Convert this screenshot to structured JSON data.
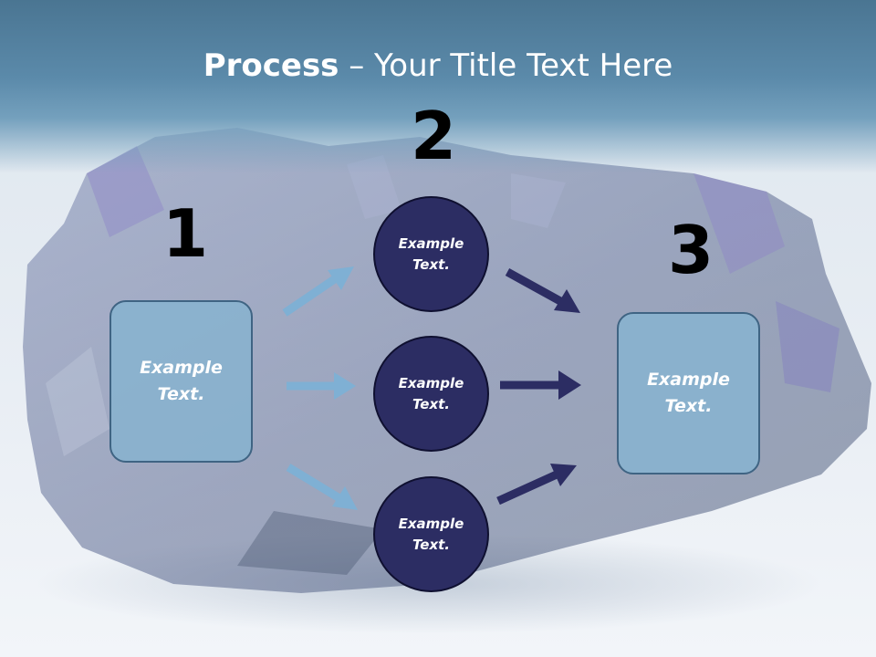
{
  "slide": {
    "title_bold": "Process",
    "title_rest": " – Your Title Text Here"
  },
  "steps": {
    "num_1": "1",
    "num_2": "2",
    "num_3": "3"
  },
  "boxes": {
    "box_1": "Example\nText.",
    "box_3": "Example\nText."
  },
  "circles": {
    "circle_1": "Example\nText.",
    "circle_2": "Example\nText.",
    "circle_3": "Example\nText."
  },
  "colors": {
    "header": "#5b8aaa",
    "box_fill": "#89b2ce",
    "circle_fill": "#2c2d63",
    "arrow_light": "#7fb0d4",
    "arrow_dark": "#2c2d63"
  }
}
